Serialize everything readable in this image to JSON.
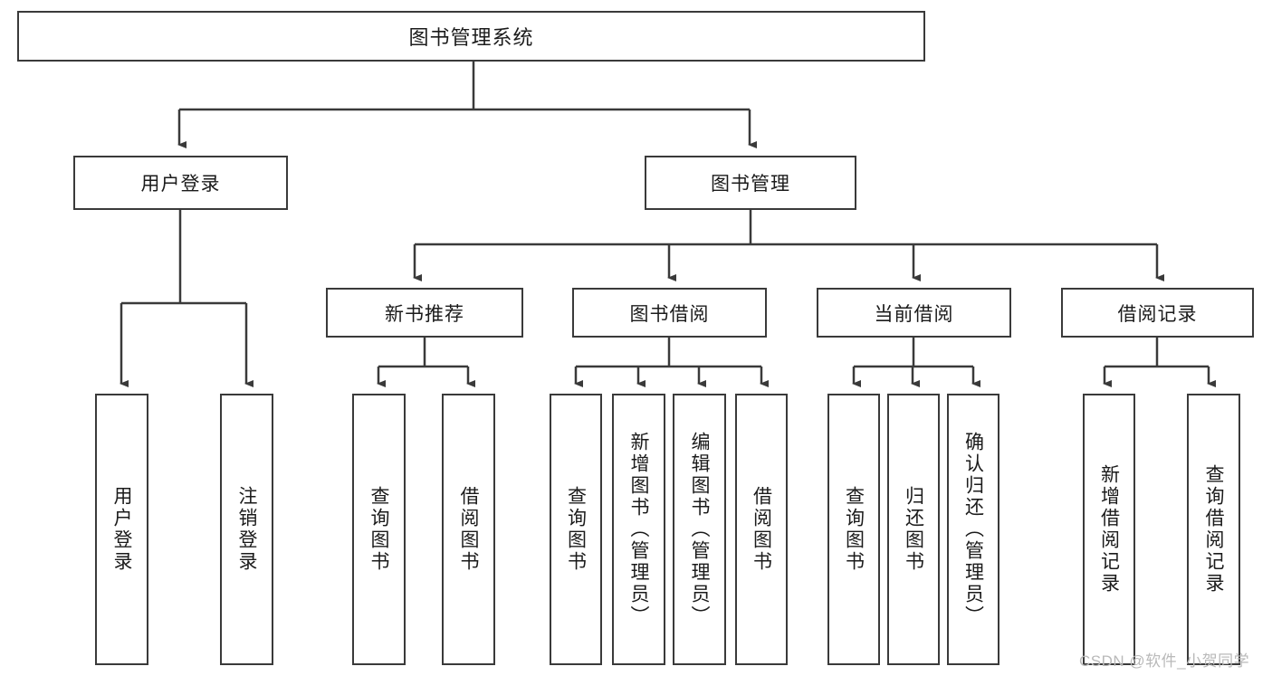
{
  "diagram": {
    "title": "图书管理系统",
    "type": "hierarchy-tree",
    "root": {
      "label": "图书管理系统"
    },
    "level1": [
      {
        "label": "用户登录"
      },
      {
        "label": "图书管理"
      }
    ],
    "level2": [
      {
        "label": "新书推荐"
      },
      {
        "label": "图书借阅"
      },
      {
        "label": "当前借阅"
      },
      {
        "label": "借阅记录"
      }
    ],
    "leaves": {
      "user_login": [
        {
          "label": "用户登录"
        },
        {
          "label": "注销登录"
        }
      ],
      "new_book_recommend": [
        {
          "label": "查询图书"
        },
        {
          "label": "借阅图书"
        }
      ],
      "book_borrow": [
        {
          "label": "查询图书"
        },
        {
          "label": "新增图书（管理员）"
        },
        {
          "label": "编辑图书（管理员）"
        },
        {
          "label": "借阅图书"
        }
      ],
      "current_borrow": [
        {
          "label": "查询图书"
        },
        {
          "label": "归还图书"
        },
        {
          "label": "确认归还（管理员）"
        }
      ],
      "borrow_record": [
        {
          "label": "新增借阅记录"
        },
        {
          "label": "查询借阅记录"
        }
      ]
    }
  },
  "watermark": {
    "text": "CSDN @软件_小贺同学"
  },
  "colors": {
    "stroke": "#3a3a3a",
    "background": "#ffffff",
    "text": "#1b1b1b",
    "watermark": "#b9b9b9"
  }
}
